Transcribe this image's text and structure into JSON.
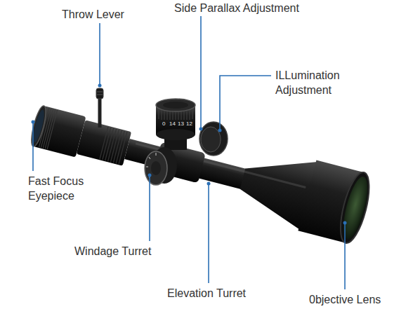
{
  "diagram": {
    "labels": [
      "Throw Lever",
      "Side Parallax Adjustment",
      "ILLumination Adjustment",
      "Fast Focus Eyepiece",
      "Windage Turret",
      "Elevation Turret",
      "0bjective Lens",
      "0",
      "14",
      "13",
      "12"
    ]
  }
}
